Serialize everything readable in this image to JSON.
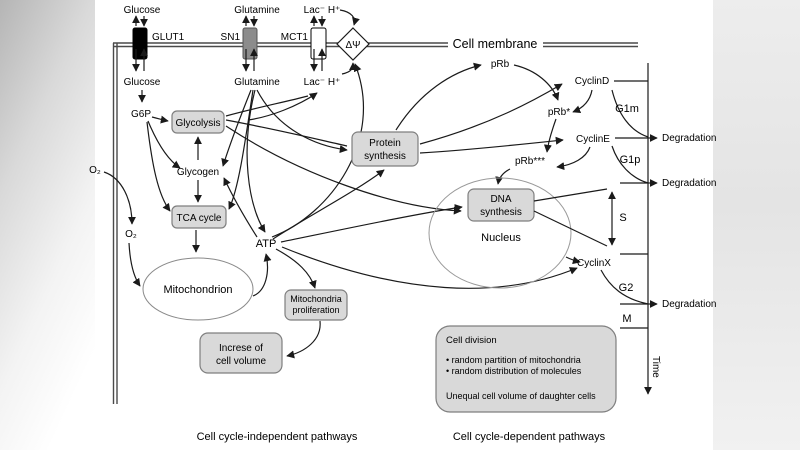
{
  "figure": {
    "membrane_label": "Cell membrane",
    "captions": {
      "independent": "Cell cycle-independent pathways",
      "dependent": "Cell cycle-dependent pathways"
    }
  },
  "transporters": {
    "glut1": {
      "label": "GLUT1",
      "outside": "Glucose",
      "inside": "Glucose"
    },
    "sn1": {
      "label": "SN1",
      "outside": "Glutamine",
      "inside": "Glutamine"
    },
    "mct1": {
      "label": "MCT1",
      "outside": "Lac⁻ H⁺",
      "inside": "Lac⁻ H⁺"
    }
  },
  "nodes": {
    "delta_psi": "ΔΨ",
    "g6p": "G6P",
    "glycogen": "Glycogen",
    "o2_outside": "O₂",
    "o2_inside": "O₂",
    "atp": "ATP",
    "prb": "pRb",
    "prb_p": "pRb*",
    "prb_ppp": "pRb***",
    "cyclin_d": "CyclinD",
    "cyclin_e": "CyclinE",
    "cyclin_x": "CyclinX",
    "nucleus": "Nucleus",
    "mitochondrion": "Mitochondrion"
  },
  "boxes": {
    "glycolysis": "Glycolysis",
    "tca_cycle": "TCA cycle",
    "protein_synthesis": {
      "line1": "Protein",
      "line2": "synthesis"
    },
    "dna_synthesis": {
      "line1": "DNA",
      "line2": "synthesis"
    },
    "mitochondria_proliferation": {
      "line1": "Mitochondria",
      "line2": "proliferation"
    },
    "cell_volume": {
      "line1": "Increse of",
      "line2": "cell volume"
    }
  },
  "timeline": {
    "phases": {
      "g1m": "G1m",
      "g1p": "G1p",
      "s": "S",
      "g2": "G2",
      "m": "M"
    },
    "degradation": "Degradation",
    "time": "Time"
  },
  "cell_division": {
    "title": "Cell division",
    "bullet1": "• random partition of mitochondria",
    "bullet2": "• random distribution of molecules",
    "note": "Unequal cell volume of daughter cells"
  },
  "colors": {
    "box_fill": "#d9d9d9",
    "box_border": "#7f7f7f",
    "line": "#1a1a1a",
    "glut1_fill": "#000000",
    "sn1_fill": "#8c8c8c",
    "mct1_fill": "#ffffff"
  }
}
